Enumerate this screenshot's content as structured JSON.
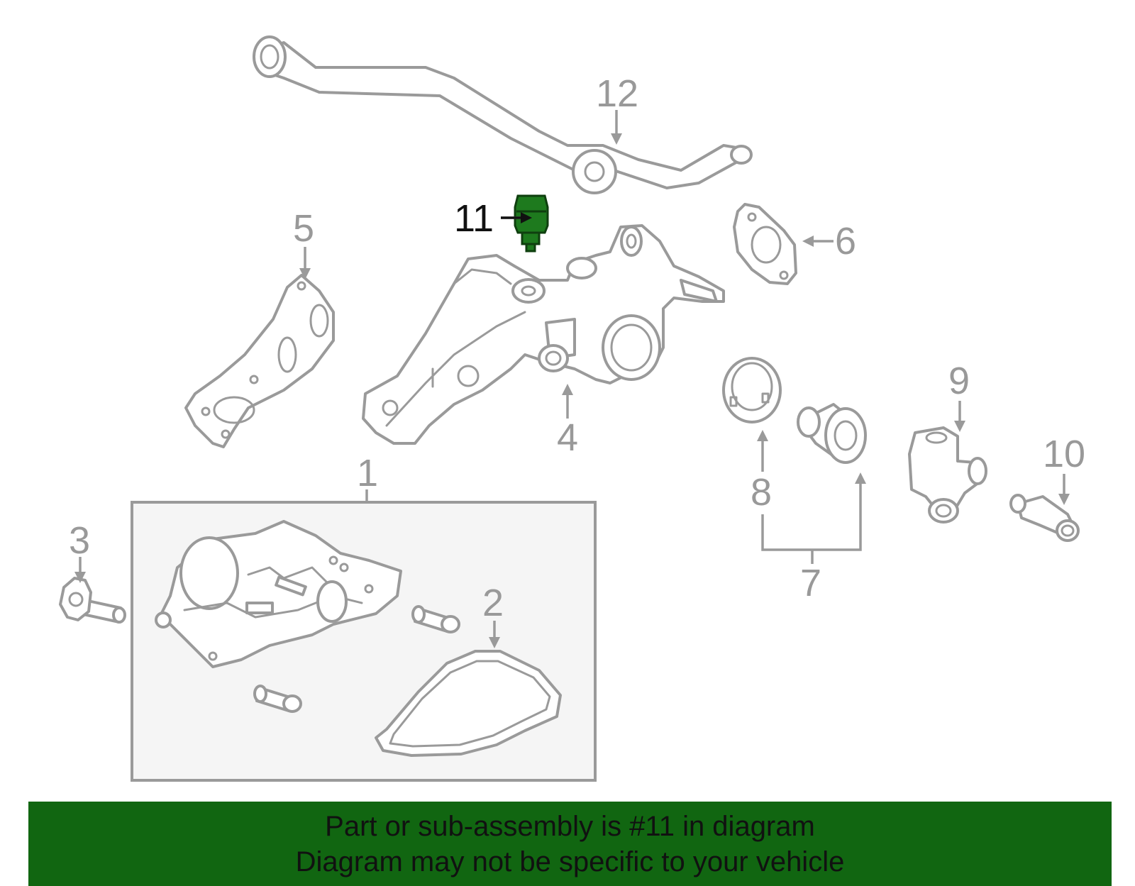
{
  "callouts": {
    "c1": "1",
    "c2": "2",
    "c3": "3",
    "c4": "4",
    "c5": "5",
    "c6": "6",
    "c7": "7",
    "c8": "8",
    "c9": "9",
    "c10": "10",
    "c11": "11",
    "c12": "12"
  },
  "highlight_color": "#1e7a1e",
  "banner": {
    "background": "#116611",
    "line1": "Part or sub-assembly is #11 in diagram",
    "line2": "Diagram may not be specific to your vehicle"
  }
}
